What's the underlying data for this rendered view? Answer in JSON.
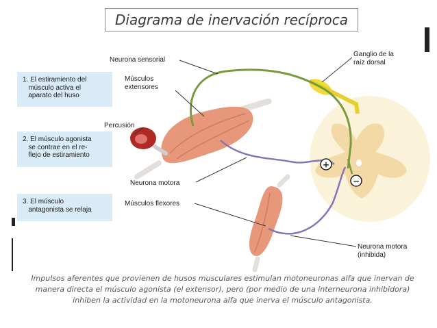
{
  "title": "Diagrama de inervación recíproca",
  "steps": [
    "1. El estiramiento del\n   músculo activa el\n   aparato del huso",
    "2. El músculo agonista\n   se contrae en el re-\n   flejo de estiramiento",
    "3. El músculo\n   antagonista se relaja"
  ],
  "labels": {
    "sensory_neuron": "Neurona sensorial",
    "extensor_muscles": "Músculos\nextensores",
    "percussion": "Percusión",
    "motor_neuron": "Neurona motora",
    "flexor_muscles": "Músculos flexores",
    "dorsal_root_ganglion": "Ganglio de la\nraíz dorsal",
    "motor_neuron_inhibited": "Neurona motora\n(inhibida)"
  },
  "signs": {
    "excitatory": "+",
    "inhibitory": "−"
  },
  "caption": "Impulsos aferentes que provienen de husos musculares estimulan motoneuronas alfa que inervan de manera directa el músculo agonista (el extensor), pero (por medio de una interneurona inhibidora) inhiben la actividad en la motoneurona alfa que inerva el músculo antagonista."
}
